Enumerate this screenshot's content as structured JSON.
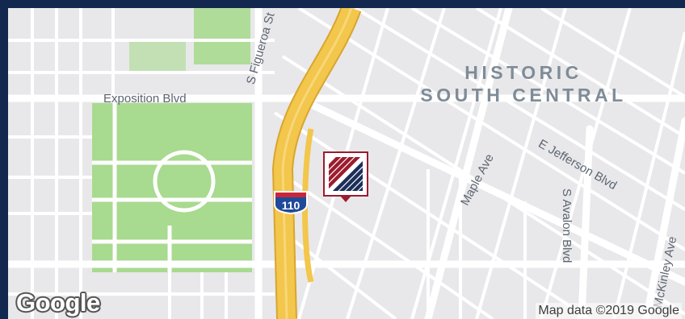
{
  "map": {
    "district_label_line1": "HISTORIC",
    "district_label_line2": "SOUTH CENTRAL",
    "streets": {
      "exposition": "Exposition Blvd",
      "figueroa": "S Figueroa St",
      "maple": "Maple Ave",
      "jefferson": "E Jefferson Blvd",
      "avalon": "S Avalon Blvd",
      "mckinley": "McKinley Ave"
    },
    "highway_shield": "110",
    "attribution": "Map data ©2019 Google",
    "logo_text": "Google",
    "colors": {
      "frame": "#13284f",
      "land": "#e8e8ea",
      "road": "#ffffff",
      "park": "#a8da8f",
      "freeway": "#f3c64c",
      "marker_red": "#9b1c2e",
      "marker_navy": "#1c2f5a"
    },
    "marker_icon": "location-marker-icon"
  }
}
